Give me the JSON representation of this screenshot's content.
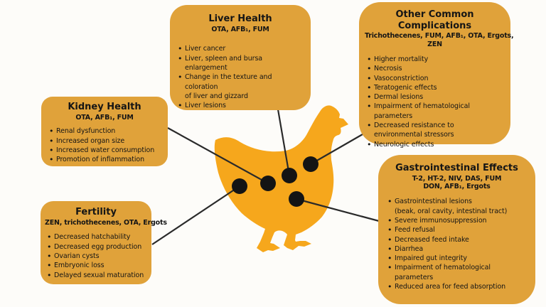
{
  "colors": {
    "background": "#fdfcf9",
    "box": "#e0a23a",
    "chicken": "#f6a71c",
    "dot": "#141414",
    "line": "#2a2a2a",
    "text": "#151515"
  },
  "boxes": [
    {
      "id": "liver",
      "title": "Liver Health",
      "toxins": "OTA, AFB₁, FUM",
      "items": [
        "Liver cancer",
        "Liver, spleen and bursa enlargement",
        "Change in the texture and coloration\nof liver and gizzard",
        "Liver lesions"
      ]
    },
    {
      "id": "complications",
      "title": "Other Common Complications",
      "toxins": "Trichothecenes, FUM, AFB₁, OTA, Ergots,\nZEN",
      "items": [
        "Higher mortality",
        "Necrosis",
        "Vasoconstriction",
        "Teratogenic effects",
        "Dermal lesions",
        "Impairment of hematological\nparameters",
        "Decreased resistance to\nenvironmental stressors",
        "Neurologic effects"
      ]
    },
    {
      "id": "kidney",
      "title": "Kidney Health",
      "toxins": "OTA, AFB₁, FUM",
      "items": [
        "Renal dysfunction",
        "Increased organ size",
        "Increased water consumption",
        "Promotion of inflammation"
      ]
    },
    {
      "id": "fertility",
      "title": "Fertility",
      "toxins": "ZEN, trichothecenes, OTA, Ergots",
      "items": [
        "Decreased hatchability",
        "Decreased egg production",
        "Ovarian cysts",
        "Embryonic loss",
        "Delayed sexual maturation"
      ]
    },
    {
      "id": "gi",
      "title": "Gastrointestinal Effects",
      "toxins": "T-2, HT-2, NIV, DAS, FUM\nDON, AFB₁, Ergots",
      "items": [
        "Gastrointestinal lesions\n(beak, oral cavity, intestinal tract)",
        "Severe immunosuppression",
        "Feed refusal",
        "Decreased feed intake",
        "Diarrhea",
        "Impaired gut integrity",
        "Impairment of hematological\nparameters",
        "Reduced area for feed absorption"
      ]
    }
  ]
}
